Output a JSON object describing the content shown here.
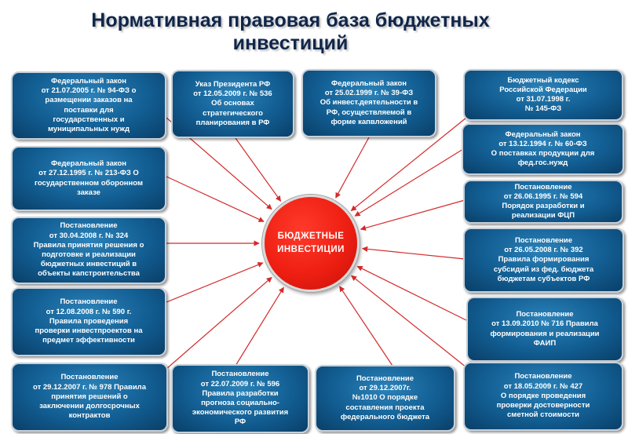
{
  "title": {
    "line1": "Нормативная правовая база бюджетных",
    "line2": "инвестиций"
  },
  "center": {
    "line1": "БЮДЖЕТНЫЕ",
    "line2": "ИНВЕСТИЦИИ"
  },
  "colors": {
    "box_fill": "#125e93",
    "box_border": "#c8d0d8",
    "center_fill": "#ee1f12",
    "arrow": "#d42a2a",
    "title": "#10264a"
  },
  "documents": [
    {
      "id": "fz-94",
      "lines": [
        "Федеральный закон",
        "от 21.07.2005 г. № 94-ФЗ  о",
        "размещении заказов на",
        "поставки для",
        "государственных и",
        "муниципальных нужд"
      ]
    },
    {
      "id": "ukaz-536",
      "lines": [
        "Указ Президента РФ",
        "от 12.05.2009 г. № 536",
        "Об основах",
        "стратегического",
        "планирования в РФ"
      ]
    },
    {
      "id": "fz-39",
      "lines": [
        "Федеральный закон",
        "от 25.02.1999 г. № 39-ФЗ",
        "Об инвест.деятельности в",
        "РФ, осуществляемой в",
        "форме капвложений"
      ]
    },
    {
      "id": "bk",
      "lines": [
        "Бюджетный кодекс",
        "Российской Федерации",
        "от 31.07.1998 г.",
        "№ 145-ФЗ"
      ]
    },
    {
      "id": "fz-60",
      "lines": [
        "Федеральный закон",
        "от 13.12.1994 г. № 60-ФЗ",
        "О поставках продукции для",
        "фед.гос.нужд"
      ]
    },
    {
      "id": "fz-213",
      "lines": [
        "Федеральный закон",
        "от 27.12.1995 г. № 213-ФЗ  О",
        "государственном оборонном",
        "заказе"
      ]
    },
    {
      "id": "post-594",
      "lines": [
        "Постановление",
        "от 26.06.1995 г. № 594",
        "Порядок разработки и",
        "реализации ФЦП"
      ]
    },
    {
      "id": "post-324",
      "lines": [
        "Постановление",
        "от 30.04.2008 г. № 324",
        "Правила принятия решения о",
        "подготовке и реализации",
        "бюджетных инвестиций в",
        "объекты капстроительства"
      ]
    },
    {
      "id": "post-392",
      "lines": [
        "Постановление",
        "от 26.05.2008 г. № 392",
        "Правила формирования",
        "субсидий из фед. бюджета",
        "бюджетам субъектов РФ"
      ]
    },
    {
      "id": "post-590",
      "lines": [
        "Постановление",
        "от 12.08.2008 г. № 590 г.",
        "Правила проведения",
        "проверки  инвестпроектов на",
        "предмет эффективности"
      ]
    },
    {
      "id": "post-716",
      "lines": [
        "Постановление",
        "от 13.09.2010 № 716 Правила",
        "формирования и реализации",
        "ФАИП"
      ]
    },
    {
      "id": "post-978",
      "lines": [
        "Постановление",
        "от 29.12.2007 г. № 978 Правила",
        "принятия решений о",
        "заключении  долгосрочных",
        "контрактов"
      ]
    },
    {
      "id": "post-596",
      "lines": [
        "Постановление",
        "от 22.07.2009 г. № 596",
        "Правила разработки",
        "прогноза социально-",
        "экономического развития",
        "РФ"
      ]
    },
    {
      "id": "post-1010",
      "lines": [
        "Постановление",
        "от 29.12.2007г.",
        "№1010 О порядке",
        "составления проекта",
        "федерального бюджета"
      ]
    },
    {
      "id": "post-427",
      "lines": [
        "Постановление",
        "от 18.05.2009 г. № 427",
        "О порядке проведения",
        "проверки достоверности",
        "сметной стоимости"
      ]
    }
  ]
}
